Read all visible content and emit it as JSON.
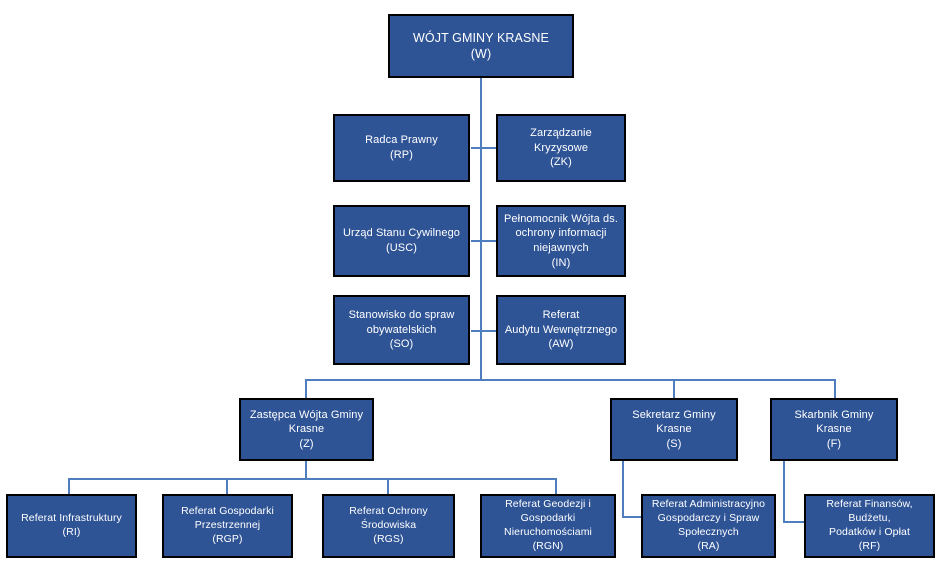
{
  "document": {
    "title": "Schemat organizacyjny Urzędu Gminy Krasne",
    "language": "pl",
    "colors": {
      "box_fill": "#2F5496",
      "box_border": "#000000",
      "box_text": "#FFFFFF",
      "connector": "#4E7EBE",
      "background": "#FFFFFF"
    }
  },
  "chart_data": {
    "type": "diagram",
    "subtype": "organizational-chart",
    "orientation": "top-down",
    "levels": 4,
    "node_count": 15
  },
  "nodes": {
    "root": {
      "id": "W",
      "title": "WÓJT GMINY KRASNE",
      "code": "(W)",
      "text": "WÓJT GMINY KRASNE\n(W)"
    },
    "staff": [
      {
        "id": "RP",
        "title": "Radca Prawny",
        "code": "(RP)",
        "text": "Radca Prawny\n(RP)",
        "side": "left"
      },
      {
        "id": "ZK",
        "title": "Zarządzanie Kryzysowe",
        "code": "(ZK)",
        "text": "Zarządzanie Kryzysowe\n(ZK)",
        "side": "right"
      },
      {
        "id": "USC",
        "title": "Urząd Stanu Cywilnego",
        "code": "(USC)",
        "text": "Urząd Stanu Cywilnego\n(USC)",
        "side": "left"
      },
      {
        "id": "IN",
        "title": "Pełnomocnik Wójta ds. ochrony informacji niejawnych",
        "code": "(IN)",
        "text": "Pełnomocnik Wójta ds.\nochrony informacji\nniejawnych\n(IN)",
        "side": "right"
      },
      {
        "id": "SO",
        "title": "Stanowisko do spraw obywatelskich",
        "code": "(SO)",
        "text": "Stanowisko do spraw\nobywatelskich\n(SO)",
        "side": "left"
      },
      {
        "id": "AW",
        "title": "Referat Audytu Wewnętrznego",
        "code": "(AW)",
        "text": "Referat\nAudytu Wewnętrznego\n(AW)",
        "side": "right"
      }
    ],
    "managers": [
      {
        "id": "Z",
        "title": "Zastępca Wójta Gminy Krasne",
        "code": "(Z)",
        "text": "Zastępca Wójta Gminy Krasne\n(Z)"
      },
      {
        "id": "S",
        "title": "Sekretarz Gminy Krasne",
        "code": "(S)",
        "text": "Sekretarz Gminy Krasne\n(S)"
      },
      {
        "id": "F",
        "title": "Skarbnik Gminy Krasne",
        "code": "(F)",
        "text": "Skarbnik Gminy Krasne\n(F)"
      }
    ],
    "departments": [
      {
        "id": "RI",
        "title": "Referat Infrastruktury",
        "code": "(RI)",
        "text": "Referat Infrastruktury\n(RI)",
        "parent": "Z"
      },
      {
        "id": "RGP",
        "title": "Referat Gospodarki Przestrzennej",
        "code": "(RGP)",
        "text": "Referat Gospodarki\nPrzestrzennej\n(RGP)",
        "parent": "Z"
      },
      {
        "id": "RGS",
        "title": "Referat Ochrony Środowiska",
        "code": "(RGS)",
        "text": "Referat Ochrony Środowiska\n(RGS)",
        "parent": "Z"
      },
      {
        "id": "RGN",
        "title": "Referat Geodezji i Gospodarki Nieruchomościami",
        "code": "(RGN)",
        "text": "Referat Geodezji i Gospodarki\nNieruchomościami\n(RGN)",
        "parent": "Z"
      },
      {
        "id": "RA",
        "title": "Referat Administracyjno Gospodarczy i Spraw Społecznych",
        "code": "(RA)",
        "text": "Referat Administracyjno\nGospodarczy i Spraw\nSpołecznych\n(RA)",
        "parent": "S"
      },
      {
        "id": "RF",
        "title": "Referat Finansów, Budżetu, Podatków i Opłat",
        "code": "(RF)",
        "text": "Referat Finansów, Budżetu,\nPodatków i Opłat\n(RF)",
        "parent": "F"
      }
    ]
  }
}
